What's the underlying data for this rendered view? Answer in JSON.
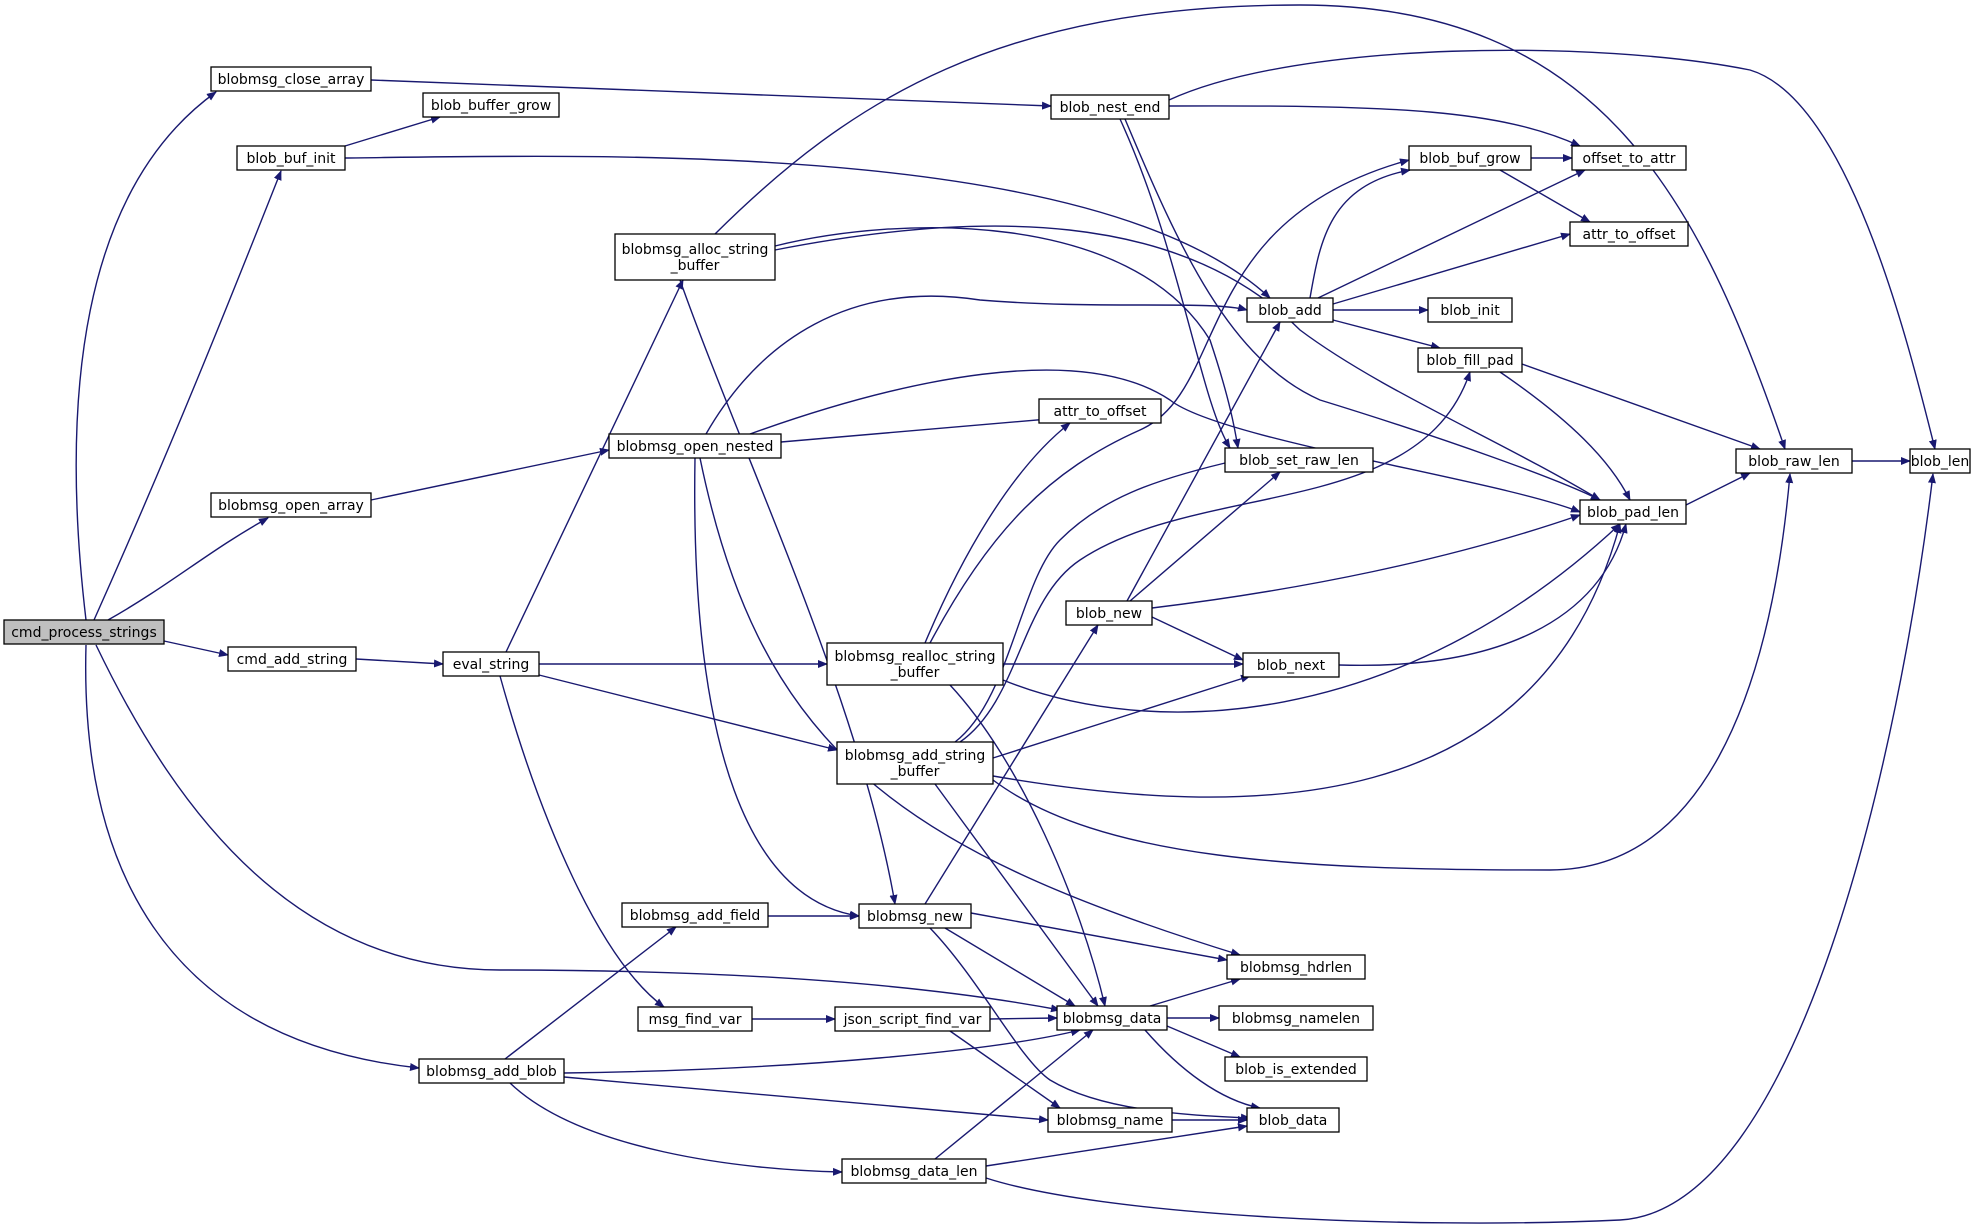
{
  "nodes": [
    {
      "id": "cmd_process_strings",
      "lines": [
        "cmd_process_strings"
      ],
      "root": true
    },
    {
      "id": "blobmsg_close_array",
      "lines": [
        "blobmsg_close_array"
      ]
    },
    {
      "id": "blob_buf_init",
      "lines": [
        "blob_buf_init"
      ]
    },
    {
      "id": "blob_buffer_grow",
      "lines": [
        "blob_buffer_grow"
      ]
    },
    {
      "id": "blobmsg_open_array",
      "lines": [
        "blobmsg_open_array"
      ]
    },
    {
      "id": "cmd_add_string",
      "lines": [
        "cmd_add_string"
      ]
    },
    {
      "id": "blobmsg_add_blob",
      "lines": [
        "blobmsg_add_blob"
      ]
    },
    {
      "id": "eval_string",
      "lines": [
        "eval_string"
      ]
    },
    {
      "id": "blobmsg_alloc_string_buffer",
      "lines": [
        "blobmsg_alloc_string",
        "_buffer"
      ]
    },
    {
      "id": "blobmsg_open_nested",
      "lines": [
        "blobmsg_open_nested"
      ]
    },
    {
      "id": "blobmsg_add_field",
      "lines": [
        "blobmsg_add_field"
      ]
    },
    {
      "id": "msg_find_var",
      "lines": [
        "msg_find_var"
      ]
    },
    {
      "id": "blob_nest_end",
      "lines": [
        "blob_nest_end"
      ]
    },
    {
      "id": "blobmsg_realloc_string_buffer",
      "lines": [
        "blobmsg_realloc_string",
        "_buffer"
      ]
    },
    {
      "id": "blobmsg_add_string_buffer",
      "lines": [
        "blobmsg_add_string",
        "_buffer"
      ]
    },
    {
      "id": "blobmsg_new",
      "lines": [
        "blobmsg_new"
      ]
    },
    {
      "id": "json_script_find_var",
      "lines": [
        "json_script_find_var"
      ]
    },
    {
      "id": "blobmsg_data_len",
      "lines": [
        "blobmsg_data_len"
      ]
    },
    {
      "id": "attr_to_offset_a",
      "lines": [
        "attr_to_offset"
      ]
    },
    {
      "id": "blob_new",
      "lines": [
        "blob_new"
      ]
    },
    {
      "id": "blobmsg_data",
      "lines": [
        "blobmsg_data"
      ]
    },
    {
      "id": "blobmsg_name",
      "lines": [
        "blobmsg_name"
      ]
    },
    {
      "id": "blob_buf_grow",
      "lines": [
        "blob_buf_grow"
      ]
    },
    {
      "id": "blob_add",
      "lines": [
        "blob_add"
      ]
    },
    {
      "id": "blob_set_raw_len",
      "lines": [
        "blob_set_raw_len"
      ]
    },
    {
      "id": "blob_next",
      "lines": [
        "blob_next"
      ]
    },
    {
      "id": "blobmsg_hdrlen",
      "lines": [
        "blobmsg_hdrlen"
      ]
    },
    {
      "id": "blobmsg_namelen",
      "lines": [
        "blobmsg_namelen"
      ]
    },
    {
      "id": "blob_is_extended",
      "lines": [
        "blob_is_extended"
      ]
    },
    {
      "id": "blob_data",
      "lines": [
        "blob_data"
      ]
    },
    {
      "id": "blob_fill_pad",
      "lines": [
        "blob_fill_pad"
      ]
    },
    {
      "id": "blob_init",
      "lines": [
        "blob_init"
      ]
    },
    {
      "id": "offset_to_attr",
      "lines": [
        "offset_to_attr"
      ]
    },
    {
      "id": "attr_to_offset_b",
      "lines": [
        "attr_to_offset"
      ]
    },
    {
      "id": "blob_pad_len",
      "lines": [
        "blob_pad_len"
      ]
    },
    {
      "id": "blob_raw_len",
      "lines": [
        "blob_raw_len"
      ]
    },
    {
      "id": "blob_len",
      "lines": [
        "blob_len"
      ]
    }
  ],
  "edges": [
    [
      "cmd_process_strings",
      "blobmsg_close_array"
    ],
    [
      "cmd_process_strings",
      "blob_buf_init"
    ],
    [
      "cmd_process_strings",
      "blobmsg_open_array"
    ],
    [
      "cmd_process_strings",
      "cmd_add_string"
    ],
    [
      "cmd_process_strings",
      "blobmsg_add_blob"
    ],
    [
      "cmd_process_strings",
      "blobmsg_data"
    ],
    [
      "blobmsg_close_array",
      "blob_nest_end"
    ],
    [
      "blob_buf_init",
      "blob_buffer_grow"
    ],
    [
      "blob_buf_init",
      "blob_add"
    ],
    [
      "blobmsg_open_array",
      "blobmsg_open_nested"
    ],
    [
      "cmd_add_string",
      "eval_string"
    ],
    [
      "eval_string",
      "blobmsg_alloc_string_buffer"
    ],
    [
      "eval_string",
      "blobmsg_realloc_string_buffer"
    ],
    [
      "eval_string",
      "blobmsg_add_string_buffer"
    ],
    [
      "eval_string",
      "msg_find_var"
    ],
    [
      "blobmsg_alloc_string_buffer",
      "blob_raw_len"
    ],
    [
      "blobmsg_alloc_string_buffer",
      "blobmsg_new"
    ],
    [
      "blobmsg_alloc_string_buffer",
      "blob_set_raw_len"
    ],
    [
      "blobmsg_alloc_string_buffer",
      "blob_pad_len"
    ],
    [
      "blobmsg_open_nested",
      "attr_to_offset_a"
    ],
    [
      "blobmsg_open_nested",
      "blobmsg_new"
    ],
    [
      "blobmsg_open_nested",
      "blobmsg_hdrlen"
    ],
    [
      "blobmsg_open_nested",
      "blob_add"
    ],
    [
      "blobmsg_open_nested",
      "blob_pad_len"
    ],
    [
      "blob_nest_end",
      "offset_to_attr"
    ],
    [
      "blob_nest_end",
      "blob_len"
    ],
    [
      "blob_nest_end",
      "blob_set_raw_len"
    ],
    [
      "blob_nest_end",
      "blob_pad_len"
    ],
    [
      "blobmsg_realloc_string_buffer",
      "attr_to_offset_a"
    ],
    [
      "blobmsg_realloc_string_buffer",
      "blob_buf_grow"
    ],
    [
      "blobmsg_realloc_string_buffer",
      "blob_next"
    ],
    [
      "blobmsg_realloc_string_buffer",
      "blob_pad_len"
    ],
    [
      "blobmsg_realloc_string_buffer",
      "blobmsg_data"
    ],
    [
      "blobmsg_add_string_buffer",
      "blob_set_raw_len"
    ],
    [
      "blobmsg_add_string_buffer",
      "blob_fill_pad"
    ],
    [
      "blobmsg_add_string_buffer",
      "blob_next"
    ],
    [
      "blobmsg_add_string_buffer",
      "blob_pad_len"
    ],
    [
      "blobmsg_add_string_buffer",
      "blob_raw_len"
    ],
    [
      "blobmsg_add_string_buffer",
      "blobmsg_data"
    ],
    [
      "blobmsg_add_field",
      "blobmsg_new"
    ],
    [
      "blobmsg_new",
      "blob_new"
    ],
    [
      "blobmsg_new",
      "blobmsg_hdrlen"
    ],
    [
      "blobmsg_new",
      "blobmsg_data"
    ],
    [
      "blobmsg_new",
      "blob_data"
    ],
    [
      "msg_find_var",
      "json_script_find_var"
    ],
    [
      "json_script_find_var",
      "blobmsg_data"
    ],
    [
      "json_script_find_var",
      "blobmsg_name"
    ],
    [
      "blobmsg_add_blob",
      "blobmsg_add_field"
    ],
    [
      "blobmsg_add_blob",
      "blobmsg_data"
    ],
    [
      "blobmsg_add_blob",
      "blobmsg_name"
    ],
    [
      "blobmsg_add_blob",
      "blobmsg_data_len"
    ],
    [
      "blobmsg_data_len",
      "blobmsg_data"
    ],
    [
      "blobmsg_data_len",
      "blob_data"
    ],
    [
      "blobmsg_data_len",
      "blob_len"
    ],
    [
      "blob_new",
      "blob_add"
    ],
    [
      "blob_new",
      "blob_set_raw_len"
    ],
    [
      "blob_new",
      "blob_next"
    ],
    [
      "blob_new",
      "blob_pad_len"
    ],
    [
      "blobmsg_data",
      "blobmsg_hdrlen"
    ],
    [
      "blobmsg_data",
      "blobmsg_namelen"
    ],
    [
      "blobmsg_data",
      "blob_is_extended"
    ],
    [
      "blobmsg_data",
      "blob_data"
    ],
    [
      "blobmsg_name",
      "blob_data"
    ],
    [
      "blob_add",
      "blob_buf_grow"
    ],
    [
      "blob_add",
      "offset_to_attr"
    ],
    [
      "blob_add",
      "attr_to_offset_b"
    ],
    [
      "blob_add",
      "blob_init"
    ],
    [
      "blob_add",
      "blob_fill_pad"
    ],
    [
      "blob_buf_grow",
      "offset_to_attr"
    ],
    [
      "blob_buf_grow",
      "attr_to_offset_b"
    ],
    [
      "blob_fill_pad",
      "blob_pad_len"
    ],
    [
      "blob_fill_pad",
      "blob_raw_len"
    ],
    [
      "blob_next",
      "blob_pad_len"
    ],
    [
      "blob_pad_len",
      "blob_raw_len"
    ],
    [
      "blob_raw_len",
      "blob_len"
    ]
  ]
}
